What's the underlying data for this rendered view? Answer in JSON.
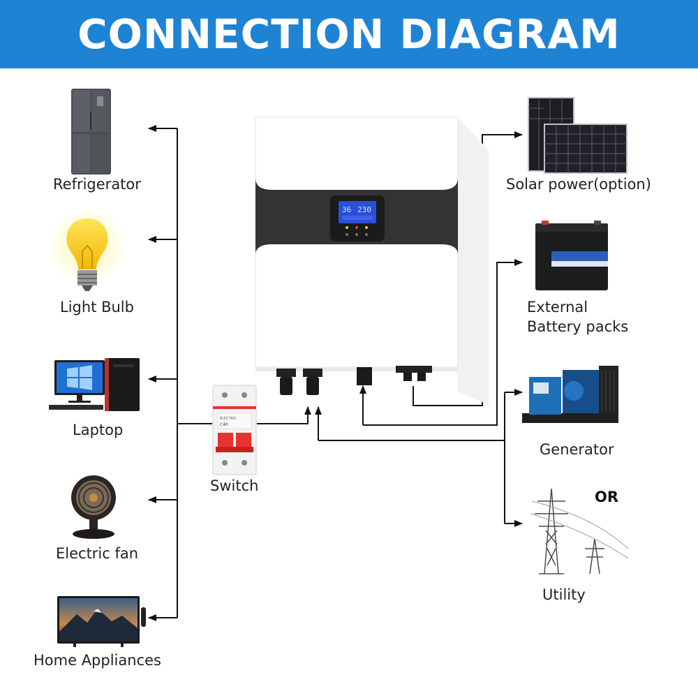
{
  "header": {
    "title": "CONNECTION DIAGRAM"
  },
  "loads": [
    {
      "label": "Refrigerator",
      "icon": "refrigerator-icon"
    },
    {
      "label": "Light Bulb",
      "icon": "light-bulb-icon"
    },
    {
      "label": "Laptop",
      "icon": "desktop-computer-icon"
    },
    {
      "label": "Electric fan",
      "icon": "electric-fan-icon"
    },
    {
      "label": "Home Appliances",
      "icon": "television-icon"
    }
  ],
  "switch": {
    "label": "Switch",
    "icon": "circuit-breaker-icon"
  },
  "inverter": {
    "icon": "inverter-unit-icon",
    "screen_reading_1": "36",
    "screen_reading_2": "230"
  },
  "sources": [
    {
      "label": "Solar power(option)",
      "icon": "solar-panel-icon"
    },
    {
      "label_line1": "External",
      "label_line2": "Battery packs",
      "icon": "battery-icon"
    },
    {
      "label": "Generator",
      "icon": "generator-icon"
    },
    {
      "label": "Utility",
      "icon": "power-pylon-icon"
    }
  ],
  "or_text": "OR",
  "colors": {
    "header": "#1f83d4",
    "line": "#111111",
    "breaker_red": "#e8322f",
    "inverter_dark": "#333333",
    "lcd_blue": "#2a4fd8"
  }
}
